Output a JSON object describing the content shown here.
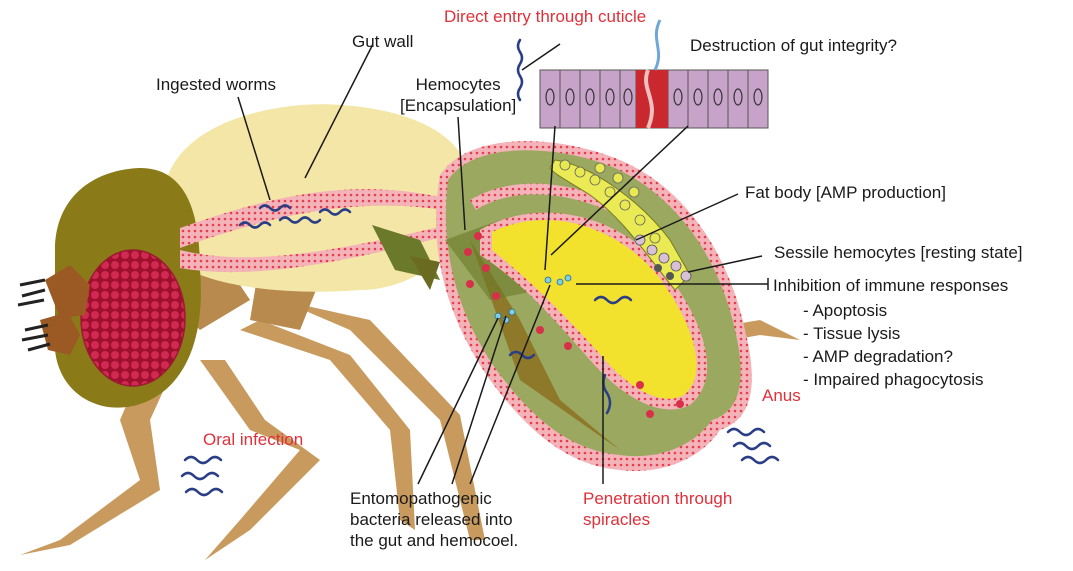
{
  "colors": {
    "red_label": "#e0303a",
    "label_black": "#1a1a1a",
    "head": "#8a7a18",
    "eye": "#c8204a",
    "thorax": "#f3e6a6",
    "legs": "#c99a5e",
    "abdomen_green": "#9aa860",
    "gut_yellow": "#f2e22e",
    "tissue_pink": "#f2a8ae",
    "tissue_border": "#e03a4e",
    "gut_cell": "#c7a3c9",
    "damaged_cell": "#c8282e",
    "fat_body": "#eaea55",
    "worm_blue": "#2a3e86"
  },
  "labels": {
    "direct_entry": "Direct entry through cuticle",
    "gut_wall": "Gut wall",
    "destruction": "Destruction of gut integrity?",
    "ingested_worms": "Ingested worms",
    "hemocytes": "Hemocytes\n[Encapsulation]",
    "fat_body": "Fat body [AMP production]",
    "sessile": "Sessile hemocytes [resting state]",
    "inhibition": "Inhibition of immune responses",
    "apoptosis": "- Apoptosis",
    "tissue_lysis": "- Tissue lysis",
    "amp_degradation": "- AMP degradation?",
    "phagocytosis": "- Impaired phagocytosis",
    "anus": "Anus",
    "oral_infection": "Oral infection",
    "bacteria": "Entomopathogenic\nbacteria released into\nthe gut and hemocoel.",
    "spiracles": "Penetration through\nspiracles"
  }
}
